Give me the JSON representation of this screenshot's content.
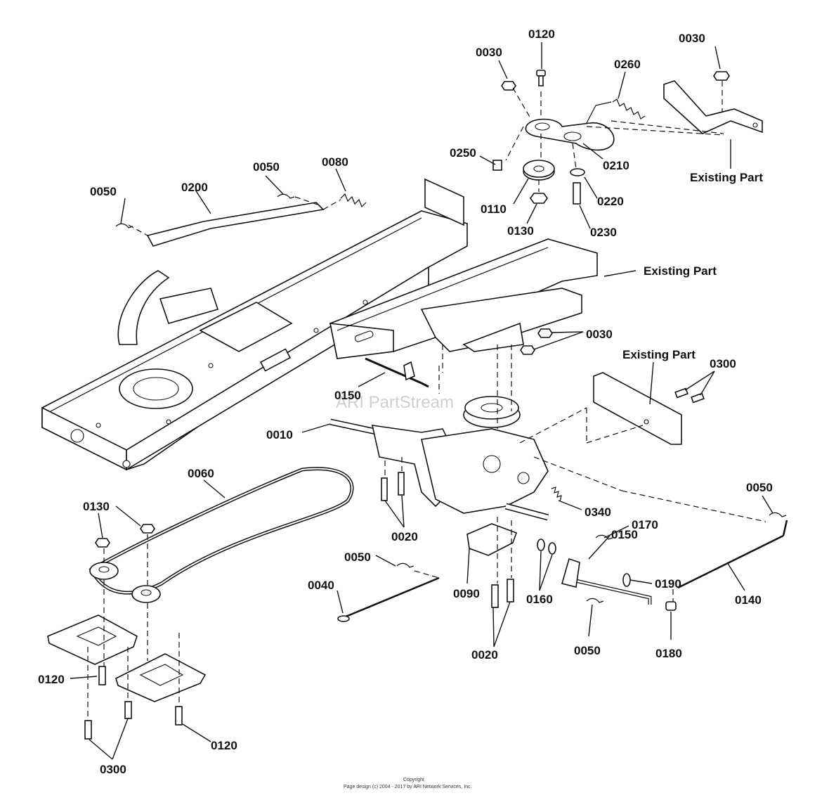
{
  "callouts": {
    "c0030_a": "0030",
    "c0120_a": "0120",
    "c0260": "0260",
    "c0030_b": "0030",
    "c0250": "0250",
    "c0210": "0210",
    "existing_1": "Existing Part",
    "c0050_a": "0050",
    "c0200": "0200",
    "c0050_b": "0050",
    "c0080": "0080",
    "c0110": "0110",
    "c0220": "0220",
    "c0130_a": "0130",
    "c0230": "0230",
    "existing_2": "Existing Part",
    "c0030_c": "0030",
    "existing_3": "Existing Part",
    "c0300_a": "0300",
    "c0150_a": "0150",
    "c0010": "0010",
    "c0060": "0060",
    "c0130_b": "0130",
    "c0340": "0340",
    "c0050_c": "0050",
    "c0020_a": "0020",
    "c0170": "0170",
    "c0050_d": "0050",
    "c0150_b": "0150",
    "c0190": "0190",
    "c0040": "0040",
    "c0090": "0090",
    "c0160": "0160",
    "c0140": "0140",
    "c0020_b": "0020",
    "c0050_e": "0050",
    "c0180": "0180",
    "c0120_b": "0120",
    "c0120_c": "0120",
    "c0300_b": "0300"
  },
  "watermark": "ARI PartStream",
  "copyright": {
    "line1": "Copyright",
    "line2": "Page design (c) 2004 - 2017 by ARI Network Services, Inc."
  }
}
